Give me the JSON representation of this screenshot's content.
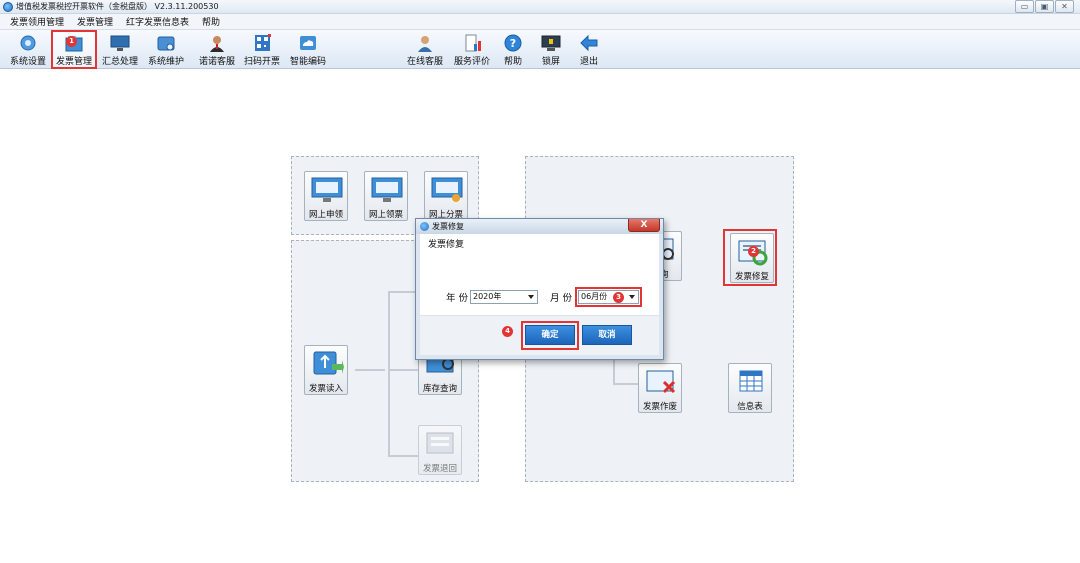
{
  "window": {
    "title": "增值税发票税控开票软件（金税盘版） V2.3.11.200530",
    "buttons": {
      "minimize": "▭",
      "maximize": "▣",
      "close": "✕"
    }
  },
  "menu": [
    "发票领用管理",
    "发票管理",
    "红字发票信息表",
    "帮助"
  ],
  "toolbar": {
    "items": [
      "系统设置",
      "发票管理",
      "汇总处理",
      "系统维护",
      "诺诺客服",
      "扫码开票",
      "智能编码",
      "在线客服",
      "服务评价",
      "帮助",
      "锁屏",
      "退出"
    ],
    "step1_badge": "1"
  },
  "left_panel": {
    "top_buttons": [
      "网上申领",
      "网上领票",
      "网上分票"
    ],
    "read_button": "发票读入",
    "stock_button": "库存查询",
    "return_button": "发票退回"
  },
  "right_panel": {
    "query_button": "查询",
    "repair_button": "发票修复",
    "void_button": "发票作废",
    "info_button": "信息表",
    "step2_badge": "2"
  },
  "dialog": {
    "title": "发票修复",
    "section_label": "发票修复",
    "year_label": "年 份",
    "year_value": "2020年",
    "month_label": "月 份",
    "month_value": "06月份",
    "step3_badge": "3",
    "step4_badge": "4",
    "ok_button": "确定",
    "cancel_button": "取消",
    "close_glyph": "X"
  },
  "colors": {
    "highlight": "#e23535",
    "primary_button": "#1b65bb",
    "panel_bg": "#eef2f6"
  }
}
